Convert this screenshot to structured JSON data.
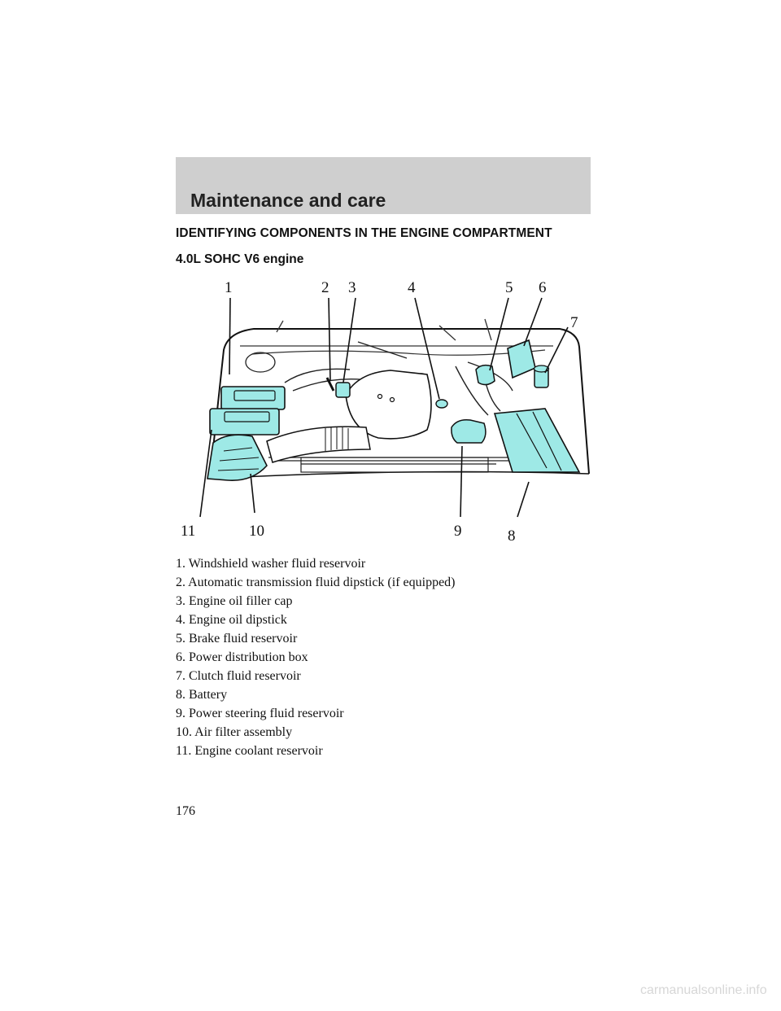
{
  "header": {
    "title": "Maintenance and care"
  },
  "section": {
    "title": "IDENTIFYING COMPONENTS IN THE ENGINE COMPARTMENT",
    "engine": "4.0L SOHC V6 engine"
  },
  "diagram": {
    "highlight_color": "#9ee9e6",
    "callouts": [
      "1",
      "2",
      "3",
      "4",
      "5",
      "6",
      "7",
      "8",
      "9",
      "10",
      "11"
    ]
  },
  "legend": [
    "1. Windshield washer fluid reservoir",
    "2. Automatic transmission fluid dipstick (if equipped)",
    "3. Engine oil filler cap",
    "4. Engine oil dipstick",
    "5. Brake fluid reservoir",
    "6. Power distribution box",
    "7. Clutch fluid reservoir",
    "8. Battery",
    "9. Power steering fluid reservoir",
    "10. Air filter assembly",
    "11. Engine coolant reservoir"
  ],
  "page_number": "176",
  "footer": {
    "url": "carmanualsonline.info"
  }
}
